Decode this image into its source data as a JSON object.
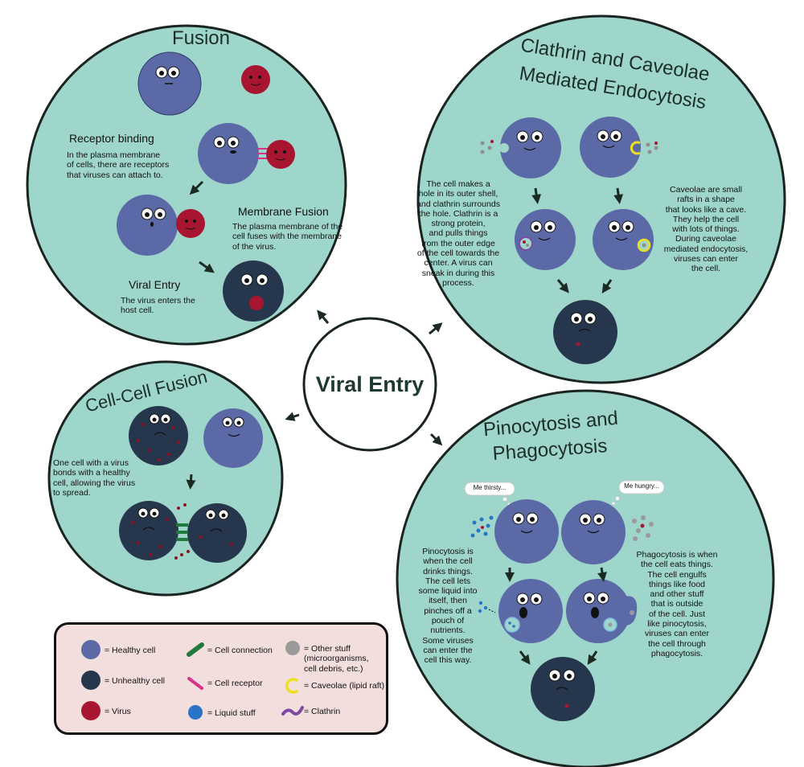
{
  "center": {
    "title": "Viral Entry"
  },
  "panels": {
    "fusion": {
      "title": "Fusion",
      "receptor_heading": "Receptor binding",
      "receptor_text": [
        "In the plasma membrane",
        "of cells, there are receptors",
        "that viruses can attach to."
      ],
      "membrane_heading": "Membrane Fusion",
      "membrane_text": [
        "The plasma membrane of the",
        "cell fuses with the membrane",
        "of the virus."
      ],
      "entry_heading": "Viral Entry",
      "entry_text": [
        "The virus enters the",
        "host cell."
      ]
    },
    "clathrin": {
      "title_line1": "Clathrin and Caveolae",
      "title_line2": "Mediated Endocytosis",
      "left_text": [
        "The cell makes a",
        "hole in its outer shell,",
        "and clathrin surrounds",
        "the hole.  Clathrin is a",
        "strong protein,",
        "and pulls things",
        "from the outer edge",
        "of the cell towards the",
        "center. A virus can",
        "sneak in during this",
        "process."
      ],
      "right_text": [
        "Caveolae are small",
        "rafts in a shape",
        "that looks like a cave.",
        "They help the cell",
        "with lots of things.",
        "During caveolae",
        "mediated endocytosis,",
        "viruses can enter",
        "the cell."
      ]
    },
    "cellcell": {
      "title": "Cell-Cell Fusion",
      "text": [
        "One cell with a virus",
        "bonds with a healthy",
        "cell, allowing the virus",
        "to spread."
      ]
    },
    "pinophago": {
      "title_line1": "Pinocytosis and",
      "title_line2": "Phagocytosis",
      "bubble_left": "Me thirsty...",
      "bubble_right": "Me hungry...",
      "left_text": [
        "Pinocytosis is",
        "when the cell",
        "drinks things.",
        "The cell lets",
        "some liquid into",
        "itself, then",
        "pinches off a",
        "pouch of",
        "nutrients.",
        "Some viruses",
        "can enter the",
        "cell this way."
      ],
      "right_text": [
        "Phagocytosis is when",
        "the cell eats things.",
        "The cell engulfs",
        "things like food",
        "and other stuff",
        "that is outside",
        "of the cell. Just",
        "like pinocytosis,",
        "viruses can enter",
        "the cell through",
        "phagocytosis."
      ]
    }
  },
  "legend": {
    "items": [
      {
        "label": [
          "= Healthy cell"
        ],
        "swatch": "healthy",
        "color": "#5b6aa7"
      },
      {
        "label": [
          "= Unhealthy cell"
        ],
        "swatch": "unhealthy",
        "color": "#26374d"
      },
      {
        "label": [
          "= Virus"
        ],
        "swatch": "virus",
        "color": "#a81531"
      },
      {
        "label": [
          "= Cell connection"
        ],
        "swatch": "connection",
        "color": "#1f7a3c"
      },
      {
        "label": [
          "= Cell receptor"
        ],
        "swatch": "receptor",
        "color": "#d6338a"
      },
      {
        "label": [
          "= Liquid stuff"
        ],
        "swatch": "liquid",
        "color": "#2a73c7"
      },
      {
        "label": [
          "= Other stuff",
          "(microorganisms,",
          "cell debris, etc.)"
        ],
        "swatch": "other",
        "color": "#9a9a9a"
      },
      {
        "label": [
          "= Caveolae (lipid raft)"
        ],
        "swatch": "caveolae",
        "color": "#ece020"
      },
      {
        "label": [
          "= Clathrin"
        ],
        "swatch": "clathrin",
        "color": "#7d4aa3"
      }
    ]
  },
  "colors": {
    "panel_fill": "#9fd6cb",
    "healthy_cell": "#5b6aa7",
    "unhealthy_cell": "#26374d",
    "virus": "#a81531",
    "arrow": "#1b2b24"
  }
}
